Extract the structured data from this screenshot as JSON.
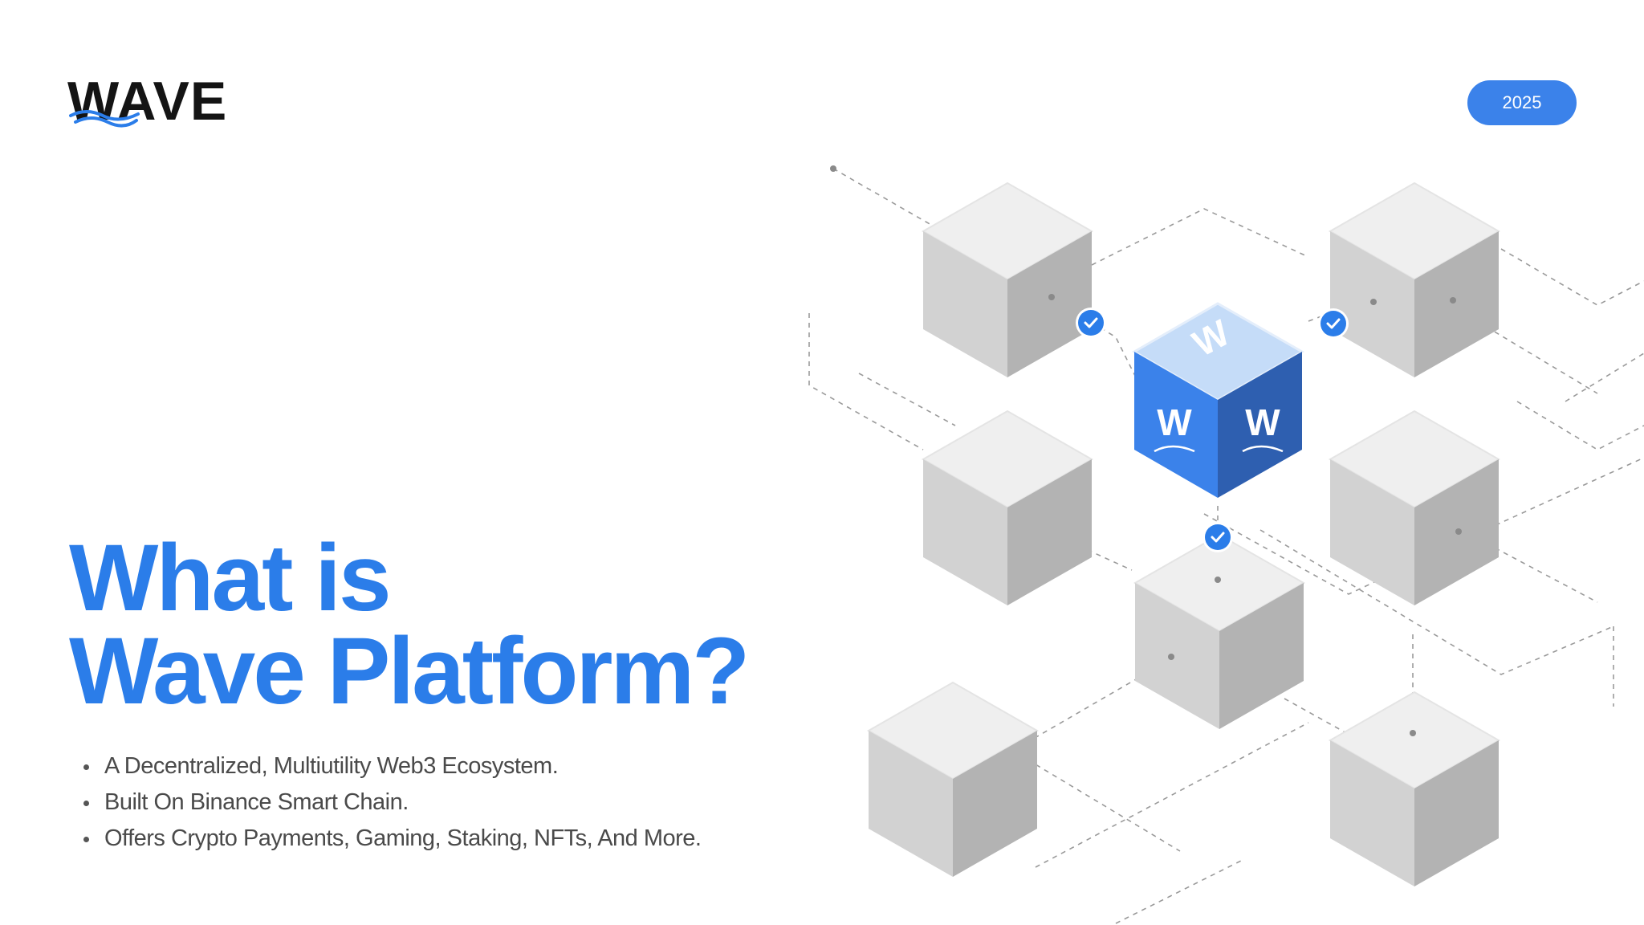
{
  "brand": {
    "logo_text": "WAVE",
    "accent_color": "#2b7de9",
    "icon": "wave-logo-icon"
  },
  "header": {
    "year_label": "2025"
  },
  "main": {
    "headline_line1": "What is",
    "headline_line2": "Wave Platform?",
    "bullets": [
      "A Decentralized, Multiutility Web3 Ecosystem.",
      "Built On Binance Smart Chain.",
      "Offers Crypto Payments, Gaming, Staking, NFTs, And More."
    ]
  },
  "illustration": {
    "center_cube_mark": "W",
    "icons": [
      "blockchain-cube-icon",
      "check-badge-icon"
    ],
    "cube_color": "#3b82ea",
    "block_color": "#d8d8d8"
  }
}
